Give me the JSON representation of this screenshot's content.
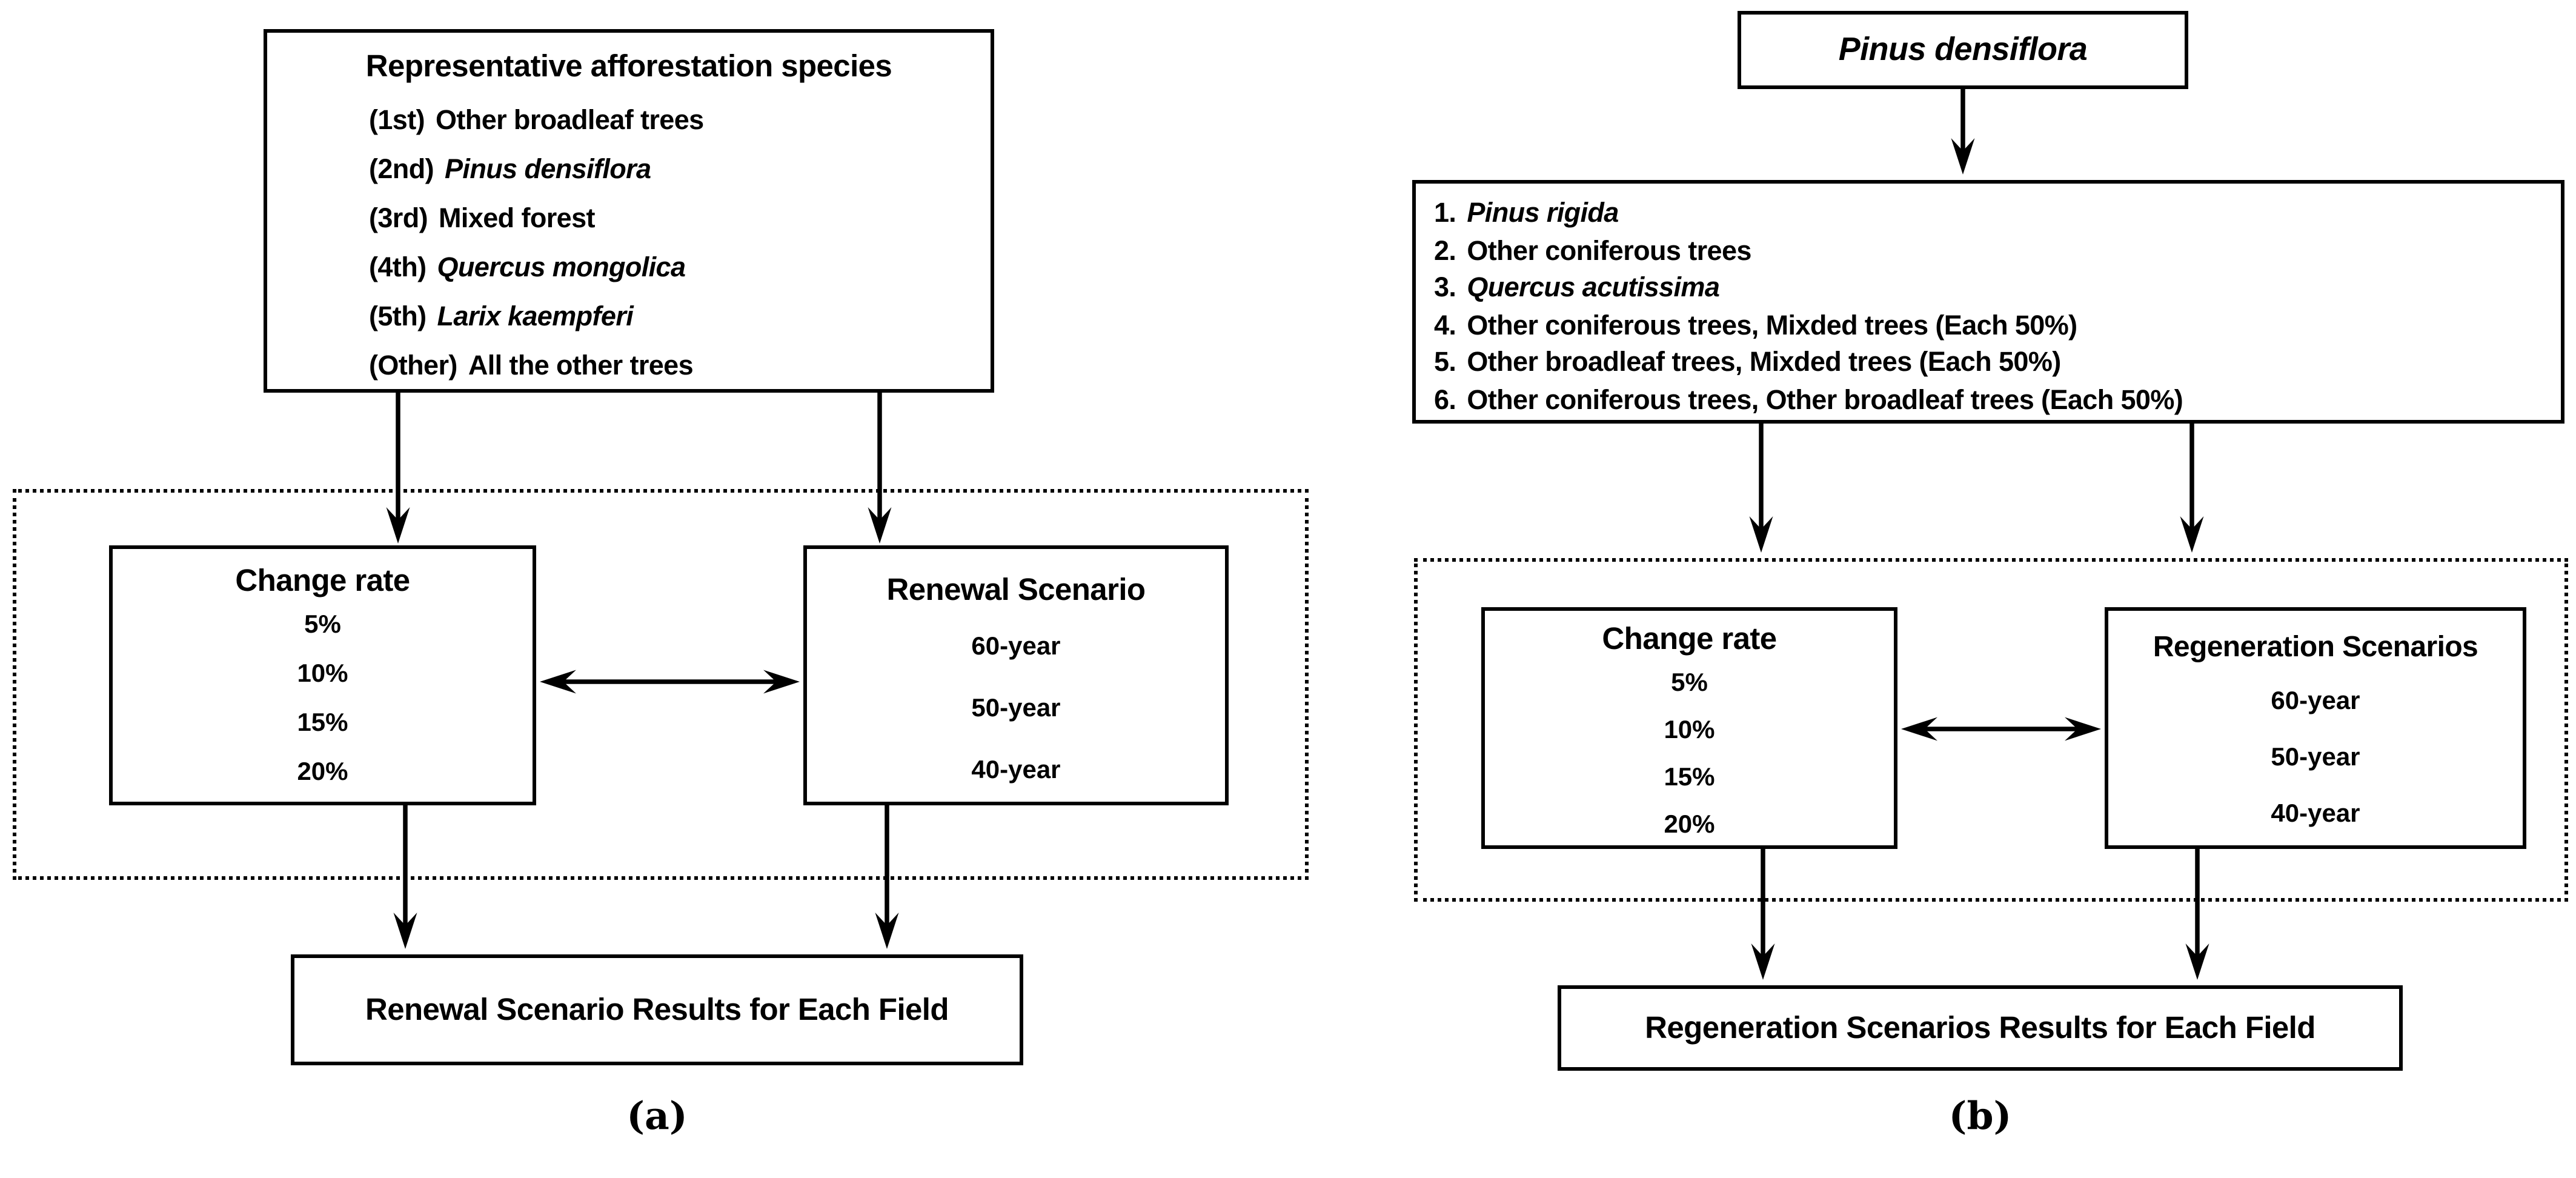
{
  "figure": {
    "type": "flowchart",
    "colors": {
      "ink": "#000000",
      "background": "#ffffff"
    }
  },
  "panel_a": {
    "caption": "(a)",
    "species_box": {
      "title": "Representative afforestation species",
      "items": [
        {
          "rank": "(1st)",
          "name": "Other broadleaf trees",
          "italic": false
        },
        {
          "rank": "(2nd)",
          "name": "Pinus densiflora",
          "italic": true
        },
        {
          "rank": "(3rd)",
          "name": "Mixed forest",
          "italic": false
        },
        {
          "rank": "(4th)",
          "name": "Quercus mongolica",
          "italic": true
        },
        {
          "rank": "(5th)",
          "name": "Larix kaempferi",
          "italic": true
        },
        {
          "rank": "(Other)",
          "name": "All the other trees",
          "italic": false
        }
      ]
    },
    "change_rate_box": {
      "title": "Change rate",
      "values": [
        "5%",
        "10%",
        "15%",
        "20%"
      ]
    },
    "scenario_box": {
      "title": "Renewal Scenario",
      "values": [
        "60-year",
        "50-year",
        "40-year"
      ]
    },
    "results_box": {
      "label": "Renewal Scenario Results for Each Field"
    }
  },
  "panel_b": {
    "caption": "(b)",
    "species_box": {
      "title": "Pinus densiflora"
    },
    "list_box": {
      "items": [
        {
          "num": "1.",
          "name": "Pinus rigida",
          "italic": true
        },
        {
          "num": "2.",
          "name": "Other coniferous trees",
          "italic": false
        },
        {
          "num": "3.",
          "name": "Quercus acutissima",
          "italic": true
        },
        {
          "num": "4.",
          "name": "Other coniferous trees, Mixded trees (Each 50%)",
          "italic": false
        },
        {
          "num": "5.",
          "name": "Other broadleaf trees, Mixded trees (Each 50%)",
          "italic": false
        },
        {
          "num": "6.",
          "name": "Other coniferous trees, Other broadleaf trees (Each 50%)",
          "italic": false
        }
      ]
    },
    "change_rate_box": {
      "title": "Change rate",
      "values": [
        "5%",
        "10%",
        "15%",
        "20%"
      ]
    },
    "scenario_box": {
      "title": "Regeneration Scenarios",
      "values": [
        "60-year",
        "50-year",
        "40-year"
      ]
    },
    "results_box": {
      "label": "Regeneration Scenarios Results for Each Field"
    }
  }
}
